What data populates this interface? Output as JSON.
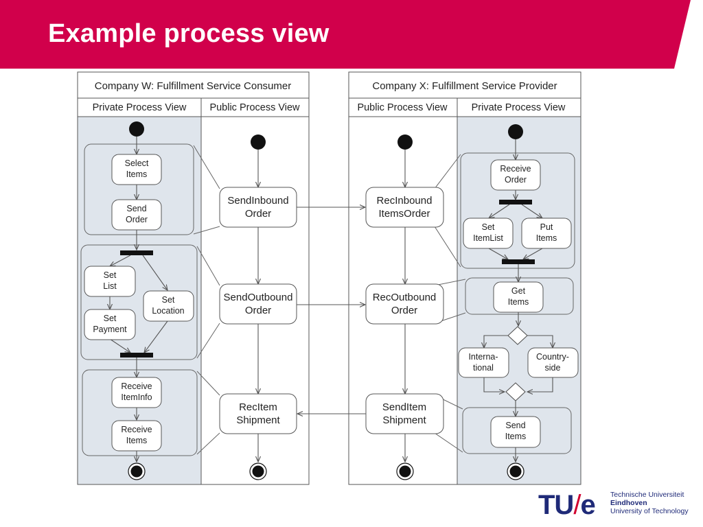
{
  "slide": {
    "title": "Example process view"
  },
  "colors": {
    "header": "#d1004b",
    "lane_fill": "#dfe5ec",
    "line": "#555555",
    "logo_blue": "#1f2a78",
    "logo_red": "#d1002f"
  },
  "companies": {
    "consumer": {
      "title": "Company W: Fulfillment Service Consumer",
      "private_view": "Private Process View",
      "public_view": "Public Process View"
    },
    "provider": {
      "title": "Company X: Fulfillment Service Provider",
      "public_view": "Public Process View",
      "private_view": "Private Process View"
    }
  },
  "nodes": {
    "select_items": [
      "Select",
      "Items"
    ],
    "send_order": [
      "Send",
      "Order"
    ],
    "set_list": [
      "Set",
      "List"
    ],
    "set_location": [
      "Set",
      "Location"
    ],
    "set_payment": [
      "Set",
      "Payment"
    ],
    "receive_iteminfo": [
      "Receive",
      "ItemInfo"
    ],
    "receive_items": [
      "Receive",
      "Items"
    ],
    "send_inbound_order": [
      "SendInbound",
      "Order"
    ],
    "send_outbound_order": [
      "SendOutbound",
      "Order"
    ],
    "rec_item_shipment": [
      "RecItem",
      "Shipment"
    ],
    "rec_inbound_items_order": [
      "RecInbound",
      "ItemsOrder"
    ],
    "rec_outbound_order": [
      "RecOutbound",
      "Order"
    ],
    "send_item_shipment": [
      "SendItem",
      "Shipment"
    ],
    "receive_order": [
      "Receive",
      "Order"
    ],
    "set_itemlist": [
      "Set",
      "ItemList"
    ],
    "put_items": [
      "Put",
      "Items"
    ],
    "get_items": [
      "Get",
      "Items"
    ],
    "international": [
      "Interna-",
      "tional"
    ],
    "countryside": [
      "Country-",
      "side"
    ],
    "send_items": [
      "Send",
      "Items"
    ]
  },
  "logo": {
    "mark_left": "TU",
    "mark_slash": "/",
    "mark_right": "e",
    "line1": "Technische Universiteit",
    "line2": "Eindhoven",
    "line3": "University of Technology"
  }
}
